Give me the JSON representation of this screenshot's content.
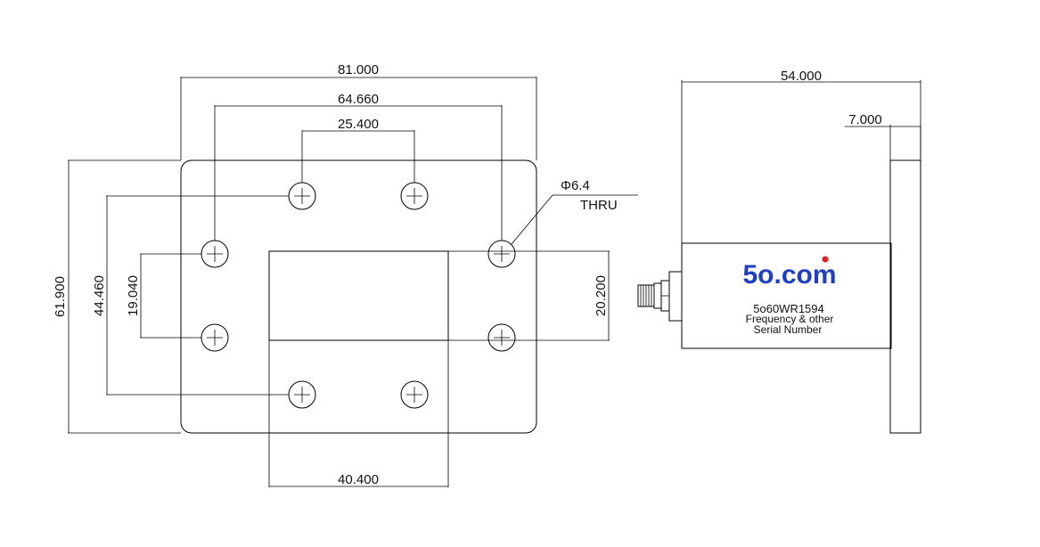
{
  "front_view": {
    "dimensions": {
      "overall_width": "81.000",
      "hole_span_outer": "64.660",
      "hole_span_inner": "25.400",
      "overall_height": "61.900",
      "hole_span_vertical_outer": "44.460",
      "hole_span_vertical_inner": "19.040",
      "aperture_height": "20.200",
      "aperture_width": "40.400"
    },
    "hole_callout": {
      "diameter": "Φ6.4",
      "note": "THRU"
    }
  },
  "side_view": {
    "dimensions": {
      "overall_length": "54.000",
      "flange_thickness": "7.000"
    },
    "label": {
      "logo_prefix": "5o",
      "logo_suffix": ".com",
      "model": "5o60WR1594",
      "line2": "Frequency & other",
      "line3": "Serial Number"
    }
  },
  "colors": {
    "logo_blue": "#1f3fbf",
    "logo_dot_red": "#e02020",
    "line": "#000000"
  }
}
